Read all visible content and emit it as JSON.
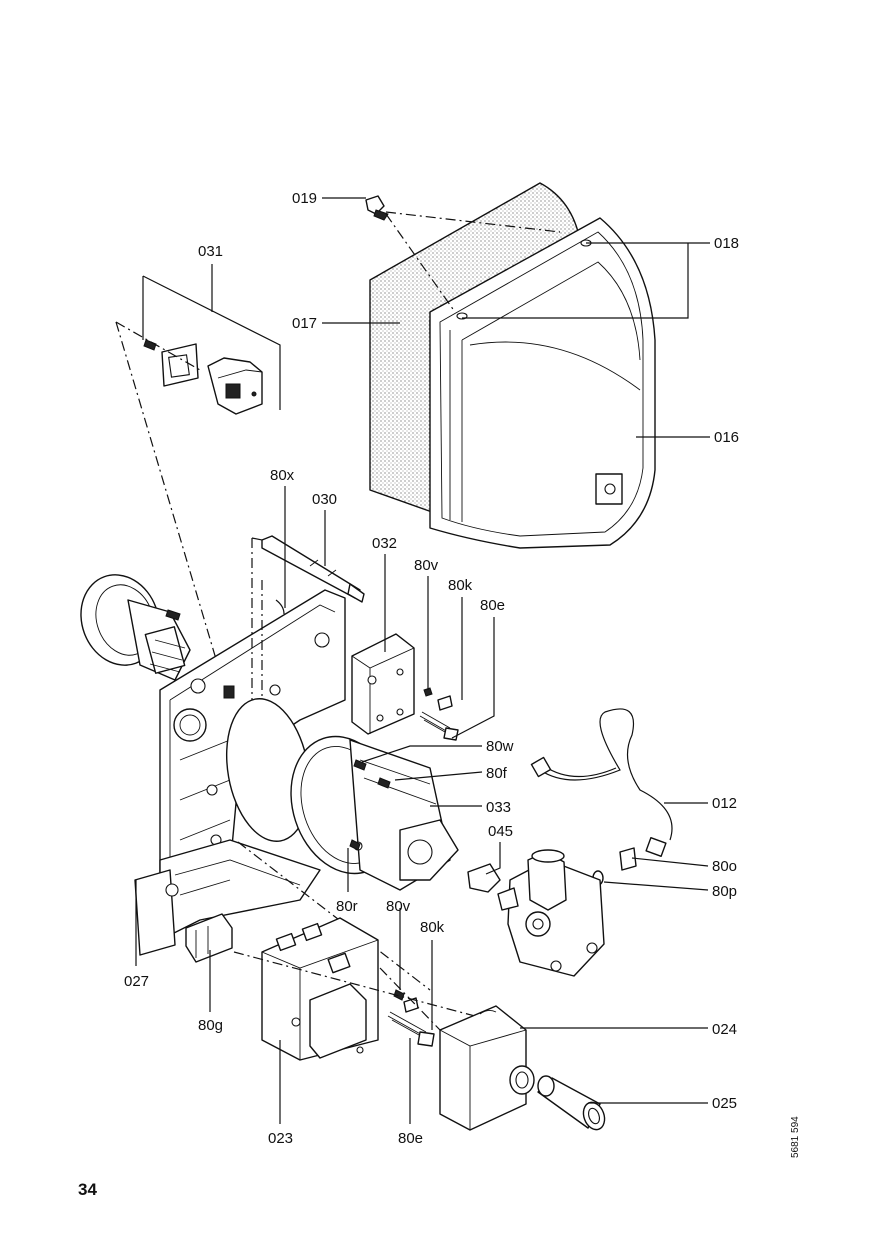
{
  "labels": {
    "l019": "019",
    "l018": "018",
    "l017": "017",
    "l016": "016",
    "l031": "031",
    "l80x": "80x",
    "l030": "030",
    "l032": "032",
    "l80v_top": "80v",
    "l80k_top": "80k",
    "l80e_top": "80e",
    "l80w": "80w",
    "l80f": "80f",
    "l033": "033",
    "l012": "012",
    "l045": "045",
    "l80o": "80o",
    "l80p": "80p",
    "l80r": "80r",
    "l80v_bottom": "80v",
    "l80k_bottom": "80k",
    "l027": "027",
    "l80g": "80g",
    "l024": "024",
    "l025": "025",
    "l023": "023",
    "l80e_bottom": "80e"
  },
  "page": {
    "number": "34",
    "doc_code": "5681 594"
  }
}
